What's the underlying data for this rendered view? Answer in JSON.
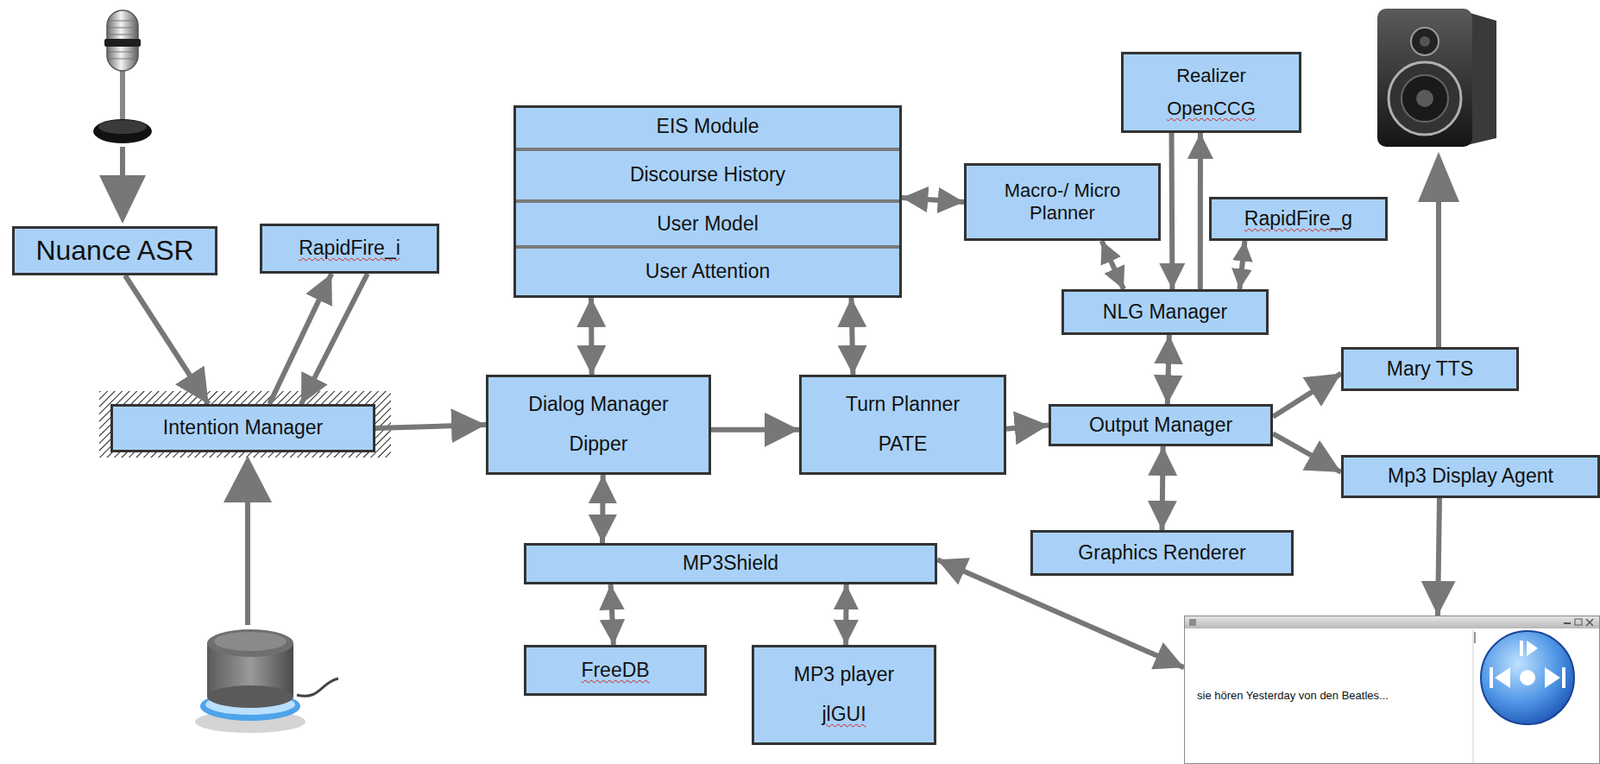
{
  "diagram": {
    "nodes": [
      {
        "text": [
          "Nuance ASR"
        ]
      },
      {
        "text": [
          "RapidFire_i"
        ]
      },
      {
        "text": [
          "EIS Module"
        ]
      },
      {
        "text": [
          "Discourse History"
        ],
        "in": 2
      },
      {
        "text": [
          "User Model"
        ],
        "in": 2
      },
      {
        "text": [
          "User Attention"
        ],
        "in": 2
      },
      {
        "text": [
          "Realizer",
          "OpenCCG"
        ]
      },
      {
        "text": [
          "Macro-/ Micro Planner"
        ]
      },
      {
        "text": [
          "RapidFire_g"
        ]
      },
      {
        "text": [
          "NLG Manager"
        ]
      },
      {
        "text": [
          "Intention Manager"
        ]
      },
      {
        "text": [
          "Dialog Manager",
          "Dipper"
        ]
      },
      {
        "text": [
          "Turn Planner",
          "PATE"
        ]
      },
      {
        "text": [
          "Output Manager"
        ]
      },
      {
        "text": [
          "Mary TTS"
        ]
      },
      {
        "text": [
          "Mp3 Display Agent"
        ]
      },
      {
        "text": [
          "MP3Shield"
        ]
      },
      {
        "text": [
          "Graphics Renderer"
        ]
      },
      {
        "text": [
          "FreeDB"
        ]
      },
      {
        "text": [
          "MP3 player",
          "jlGUI"
        ]
      },
      {
        "text": [
          "sie hören Yesterday von den Beatles..."
        ]
      }
    ],
    "edges": [
      {
        "from": 0,
        "to": 10,
        "arrow": "to"
      },
      {
        "from": 10,
        "to": 1,
        "arrow": "to"
      },
      {
        "from": 1,
        "to": 10,
        "arrow": "to"
      },
      {
        "from": 10,
        "to": 11,
        "arrow": "to"
      },
      {
        "from": 11,
        "to": 2,
        "arrow": "both"
      },
      {
        "from": 12,
        "to": 2,
        "arrow": "both"
      },
      {
        "from": 11,
        "to": 12,
        "arrow": "to"
      },
      {
        "from": 12,
        "to": 13,
        "arrow": "to"
      },
      {
        "from": 2,
        "to": 7,
        "arrow": "both"
      },
      {
        "from": 7,
        "to": 9,
        "arrow": "both"
      },
      {
        "from": 9,
        "to": 6,
        "arrow": "to"
      },
      {
        "from": 6,
        "to": 9,
        "arrow": "to"
      },
      {
        "from": 8,
        "to": 9,
        "arrow": "both"
      },
      {
        "from": 9,
        "to": 13,
        "arrow": "both"
      },
      {
        "from": 13,
        "to": 17,
        "arrow": "both"
      },
      {
        "from": 13,
        "to": 14,
        "arrow": "to"
      },
      {
        "from": 13,
        "to": 15,
        "arrow": "to"
      },
      {
        "from": 15,
        "to": 20,
        "arrow": "to"
      },
      {
        "from": 11,
        "to": 16,
        "arrow": "both"
      },
      {
        "from": 16,
        "to": 18,
        "arrow": "both"
      },
      {
        "from": 16,
        "to": 19,
        "arrow": "both"
      },
      {
        "from": 16,
        "to": 20,
        "arrow": "both"
      }
    ]
  }
}
